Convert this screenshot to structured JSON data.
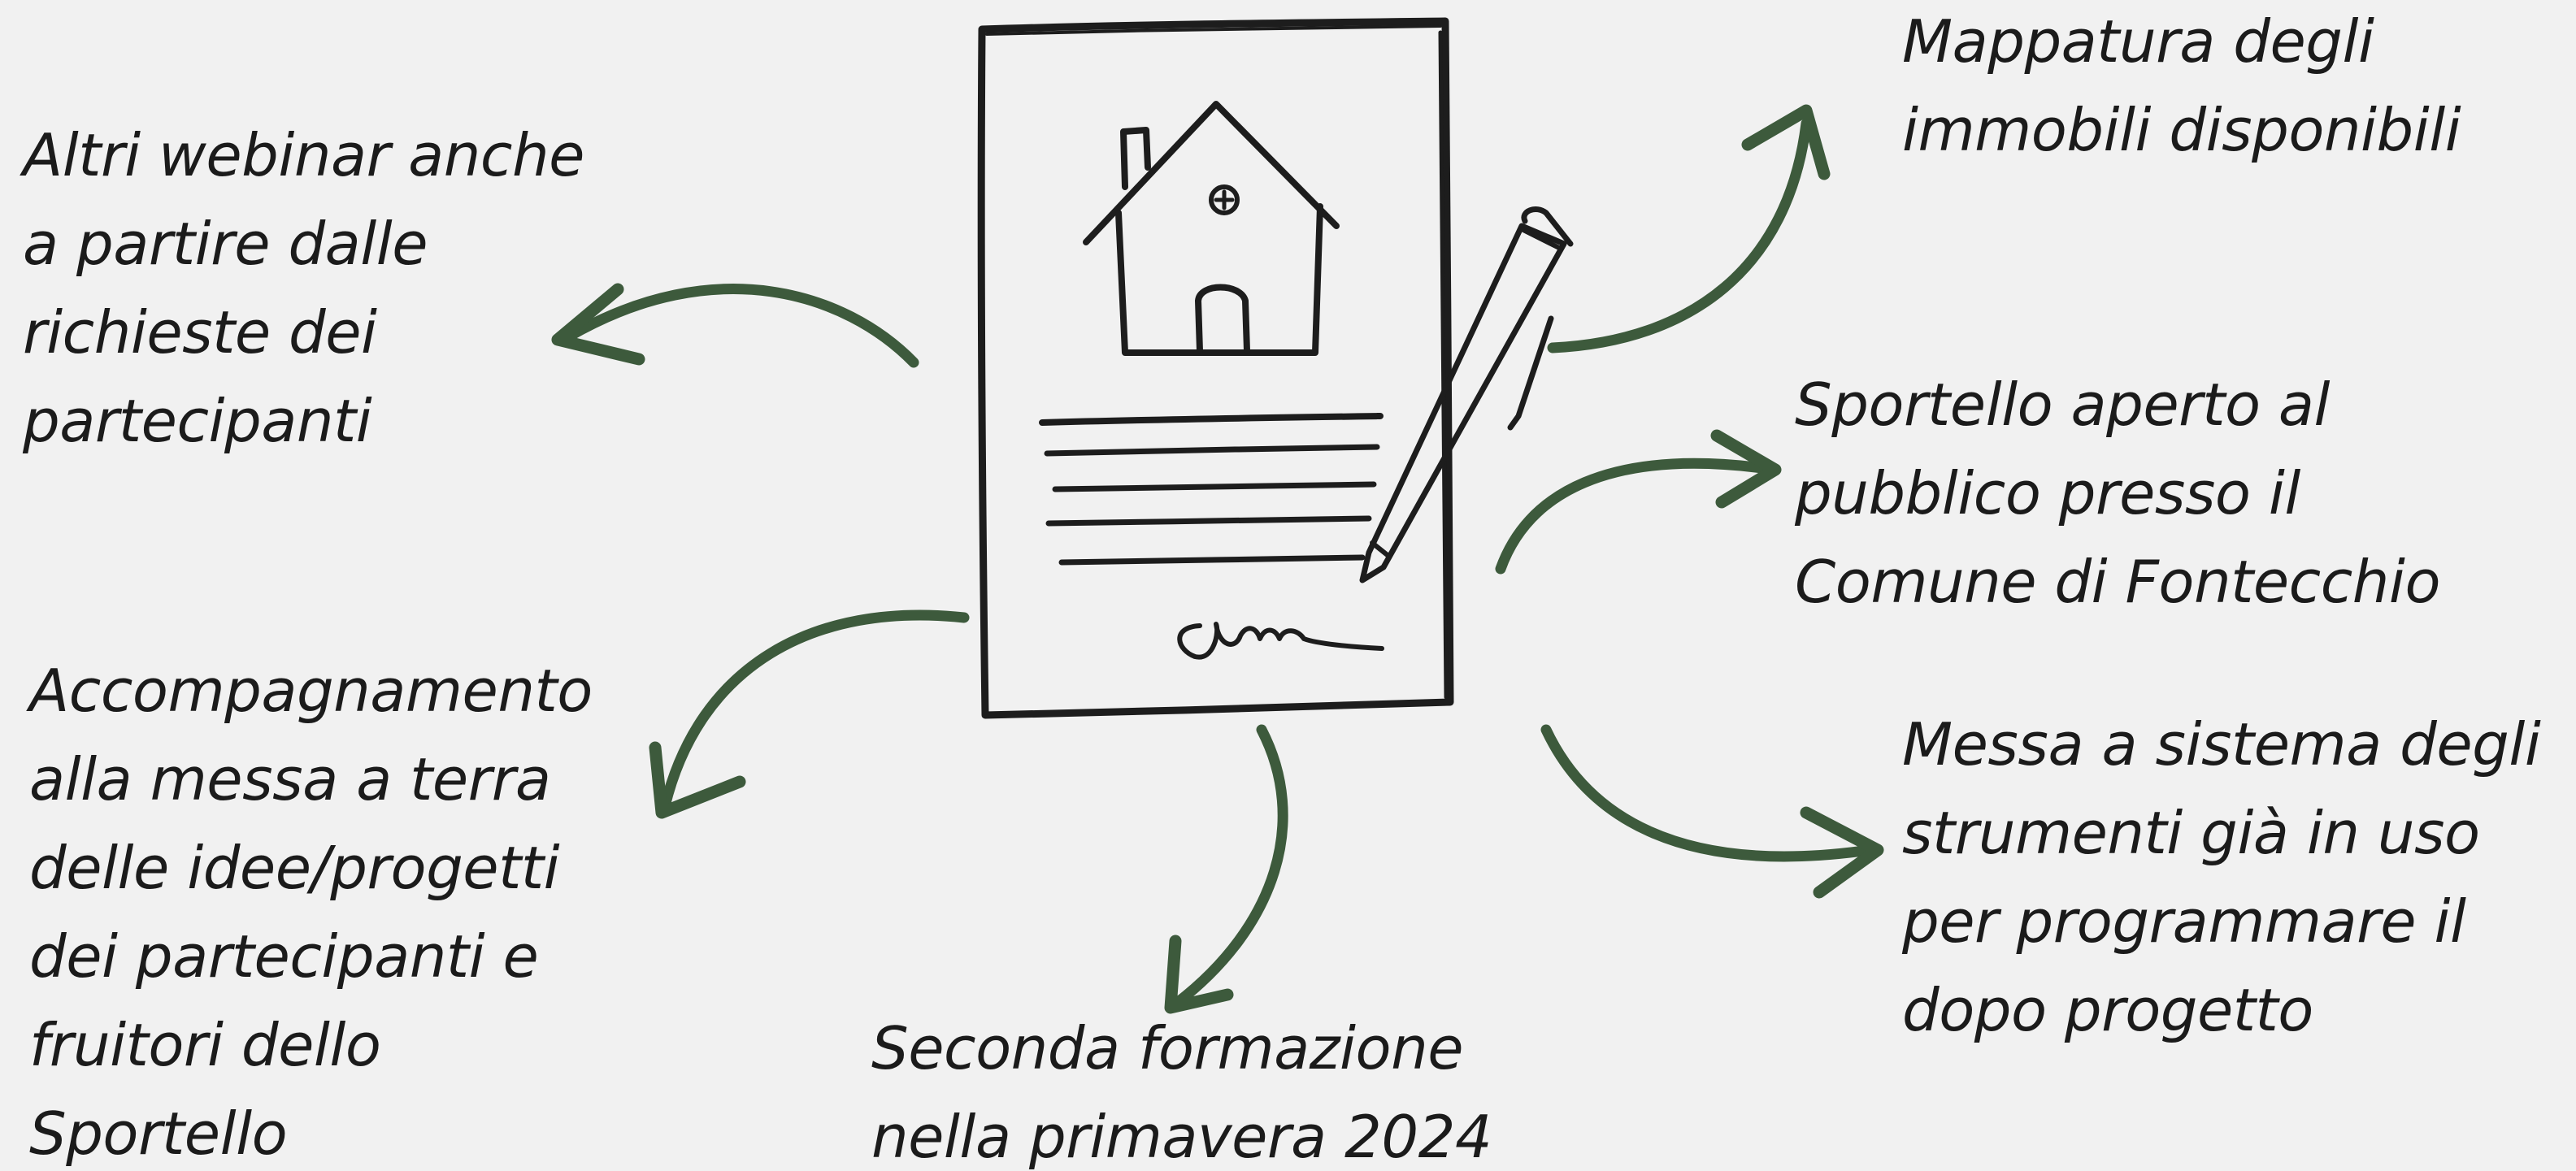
{
  "colors": {
    "background": "#f1f1f1",
    "arrow": "#3d5a3c",
    "text": "#1b1b1b",
    "ink": "#1d1d1d"
  },
  "center_icon": "document-with-house-and-pen-icon",
  "labels": {
    "webinar": "Altri webinar anche\na partire dalle\nrichieste dei\npartecipanti",
    "mappatura": "Mappatura degli\nimmobili disponibili",
    "sportello": "Sportello aperto al\npubblico presso il\nComune di Fontecchio",
    "accompagnamento": "Accompagnamento\nalla messa a terra\ndelle idee/progetti\ndei partecipanti e\nfruitori dello\nSportello",
    "messa_sistema": "Messa a sistema degli\nstrumenti già in uso\nper programmare il\ndopo progetto",
    "formazione": "Seconda formazione\nnella primavera 2024"
  }
}
